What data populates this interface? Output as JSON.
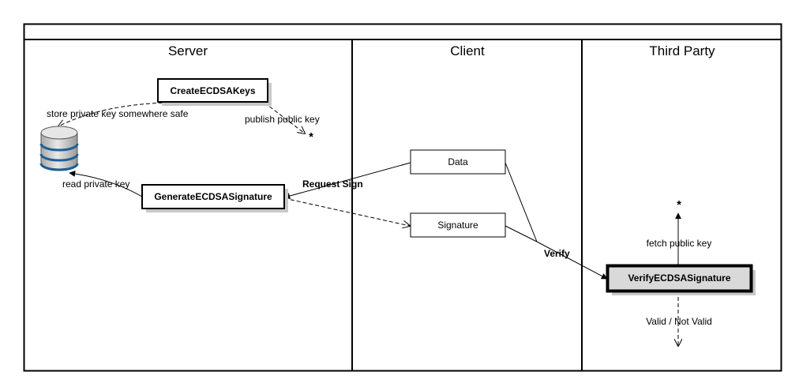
{
  "lanes": {
    "server": "Server",
    "client": "Client",
    "third_party": "Third Party"
  },
  "nodes": {
    "create_keys": "CreateECDSAKeys",
    "generate_signature": "GenerateECDSASignature",
    "data": "Data",
    "signature": "Signature",
    "verify_signature": "VerifyECDSASignature",
    "storage": "database-icon"
  },
  "edges": {
    "store_private_key": "store private key somewhere safe",
    "publish_public_key": "publish public key",
    "read_private_key": "read private key",
    "request_sign": "Request Sign",
    "verify": "Verify",
    "fetch_public_key": "fetch public key",
    "valid_not_valid": "Valid / Not Valid"
  },
  "terminals": {
    "publish_target": "*",
    "fetch_source": "*"
  },
  "colors": {
    "verify_box_fill": "#d9d9d9",
    "database_fill": "#d4d4d4",
    "database_stripe": "#1f5f96",
    "shadow": "#c8c8c8"
  }
}
